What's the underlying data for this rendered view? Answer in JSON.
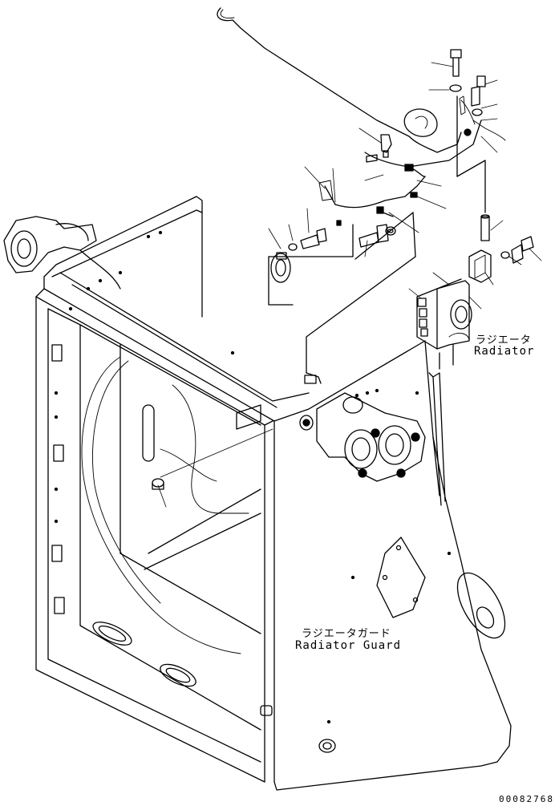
{
  "labels": {
    "radiator_jp": "ラジエータ",
    "radiator_en": "Radiator",
    "radiator_guard_jp": "ラジエータガード",
    "radiator_guard_en": "Radiator Guard"
  },
  "drawing_number": "00082768"
}
